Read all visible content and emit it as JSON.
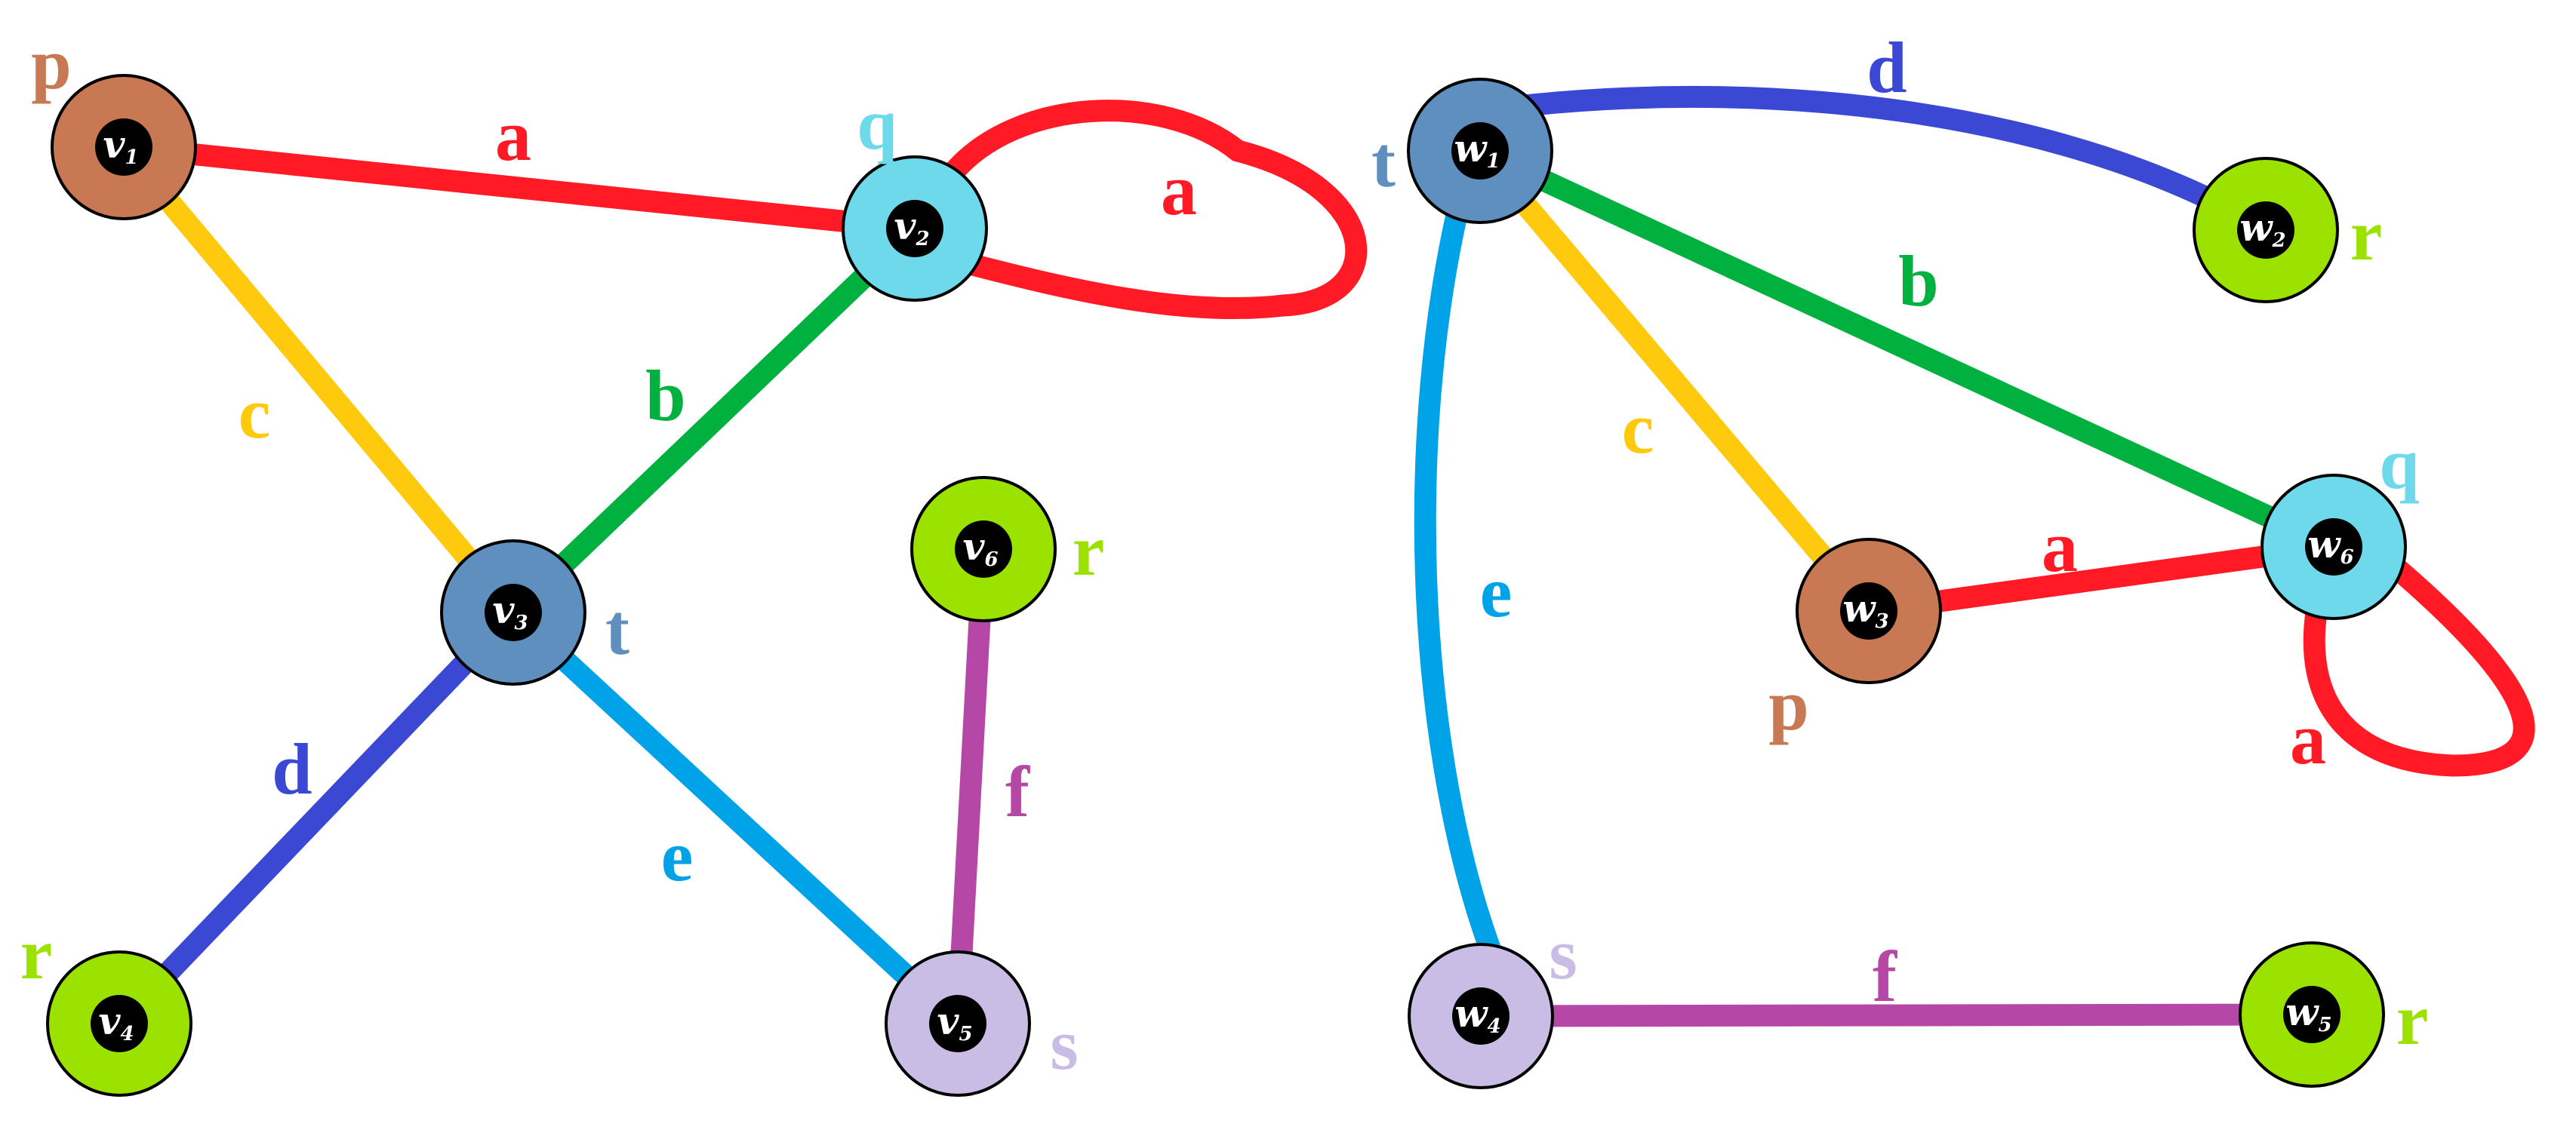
{
  "colors": {
    "red": "#ff1a25",
    "yellow": "#ffc90e",
    "green": "#00b140",
    "blue": "#3a48d4",
    "skyblue": "#00a2e8",
    "purple": "#b547a7",
    "brown": "#c87853",
    "cyan": "#6fd9ec",
    "steel": "#5e8fbf",
    "lime": "#9be200",
    "lavender": "#c9bde6"
  },
  "graph1": {
    "nodes": [
      {
        "id": "v1",
        "letter": "v",
        "sub": "1",
        "fill": "brown",
        "label": "p"
      },
      {
        "id": "v2",
        "letter": "v",
        "sub": "2",
        "fill": "cyan",
        "label": "q"
      },
      {
        "id": "v3",
        "letter": "v",
        "sub": "3",
        "fill": "steel",
        "label": "t"
      },
      {
        "id": "v4",
        "letter": "v",
        "sub": "4",
        "fill": "lime",
        "label": "r"
      },
      {
        "id": "v5",
        "letter": "v",
        "sub": "5",
        "fill": "lavender",
        "label": "s"
      },
      {
        "id": "v6",
        "letter": "v",
        "sub": "6",
        "fill": "lime",
        "label": "r"
      }
    ],
    "edges": [
      {
        "from": "v1",
        "to": "v2",
        "label": "a",
        "color": "red"
      },
      {
        "from": "v2",
        "to": "v2",
        "label": "a",
        "color": "red"
      },
      {
        "from": "v2",
        "to": "v3",
        "label": "b",
        "color": "green"
      },
      {
        "from": "v1",
        "to": "v3",
        "label": "c",
        "color": "yellow"
      },
      {
        "from": "v3",
        "to": "v4",
        "label": "d",
        "color": "blue"
      },
      {
        "from": "v3",
        "to": "v5",
        "label": "e",
        "color": "skyblue"
      },
      {
        "from": "v6",
        "to": "v5",
        "label": "f",
        "color": "purple"
      }
    ]
  },
  "graph2": {
    "nodes": [
      {
        "id": "w1",
        "letter": "w",
        "sub": "1",
        "fill": "steel",
        "label": "t"
      },
      {
        "id": "w2",
        "letter": "w",
        "sub": "2",
        "fill": "lime",
        "label": "r"
      },
      {
        "id": "w3",
        "letter": "w",
        "sub": "3",
        "fill": "brown",
        "label": "p"
      },
      {
        "id": "w4",
        "letter": "w",
        "sub": "4",
        "fill": "lavender",
        "label": "s"
      },
      {
        "id": "w5",
        "letter": "w",
        "sub": "5",
        "fill": "lime",
        "label": "r"
      },
      {
        "id": "w6",
        "letter": "w",
        "sub": "6",
        "fill": "cyan",
        "label": "q"
      }
    ],
    "edges": [
      {
        "from": "w1",
        "to": "w2",
        "label": "d",
        "color": "blue"
      },
      {
        "from": "w1",
        "to": "w6",
        "label": "b",
        "color": "green"
      },
      {
        "from": "w1",
        "to": "w3",
        "label": "c",
        "color": "yellow"
      },
      {
        "from": "w1",
        "to": "w4",
        "label": "e",
        "color": "skyblue"
      },
      {
        "from": "w3",
        "to": "w6",
        "label": "a",
        "color": "red"
      },
      {
        "from": "w6",
        "to": "w6",
        "label": "a",
        "color": "red"
      },
      {
        "from": "w4",
        "to": "w5",
        "label": "f",
        "color": "purple"
      }
    ]
  }
}
